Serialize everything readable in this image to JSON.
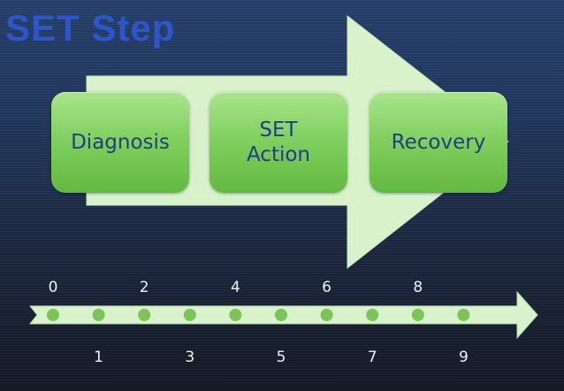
{
  "slide": {
    "title": "SET Step"
  },
  "stages": [
    {
      "label": "Diagnosis"
    },
    {
      "label": "SET\nAction"
    },
    {
      "label": "Recovery"
    }
  ],
  "timeline": {
    "ticks": [
      "0",
      "1",
      "2",
      "3",
      "4",
      "5",
      "6",
      "7",
      "8",
      "9"
    ]
  },
  "colors": {
    "arrow_fill": "#d9f2cc",
    "stage_green": "#82d061",
    "stage_text": "#1f3f84",
    "title_blue": "#2f56c9",
    "timeline_dot": "#7cc35a"
  }
}
